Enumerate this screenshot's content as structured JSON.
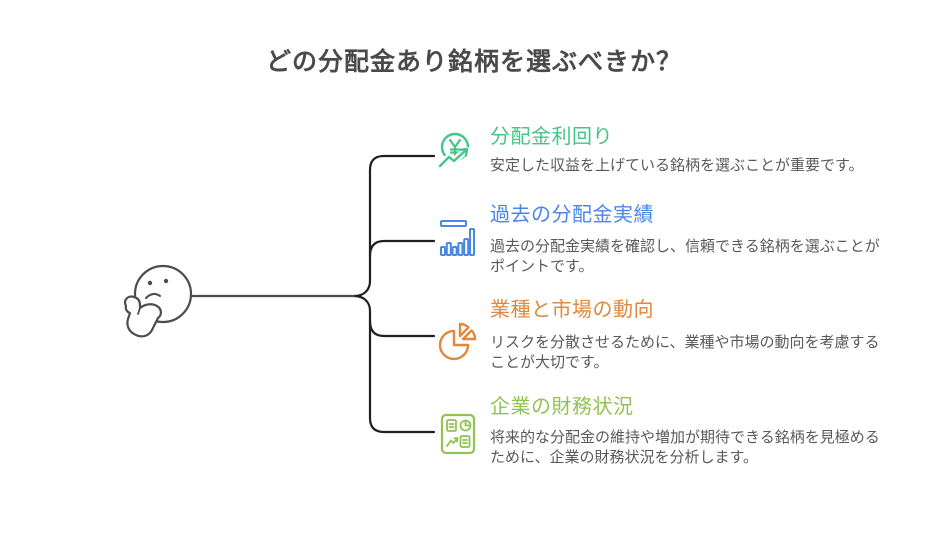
{
  "title": {
    "text": "どの分配金あり銘柄を選ぶべきか？",
    "color": "#4a4a4a"
  },
  "mindmap": {
    "root_icon": "thinking-face-icon",
    "items": [
      {
        "icon": "yen-growth-icon",
        "title": "分配金利回り",
        "description": "安定した収益を上げている銘柄を選ぶことが重要です。",
        "color": "#45c586"
      },
      {
        "icon": "bar-chart-icon",
        "title": "過去の分配金実績",
        "description": "過去の分配金実績を確認し、信頼できる銘柄を選ぶことがポイントです。",
        "color": "#4a86e8"
      },
      {
        "icon": "pie-chart-icon",
        "title": "業種と市場の動向",
        "description": "リスクを分散させるために、業種や市場の動向を考慮することが大切です。",
        "color": "#e0883c"
      },
      {
        "icon": "financial-report-icon",
        "title": "企業の財務状況",
        "description": "将来的な分配金の維持や増加が期待できる銘柄を見極めるために、企業の財務状況を分析します。",
        "color": "#92c352"
      }
    ]
  },
  "colors": {
    "background": "#ffffff",
    "connector": "#1f1f1f",
    "stem": "#4d4d4d",
    "face": "#4d4d4d",
    "description_text": "#595959"
  }
}
